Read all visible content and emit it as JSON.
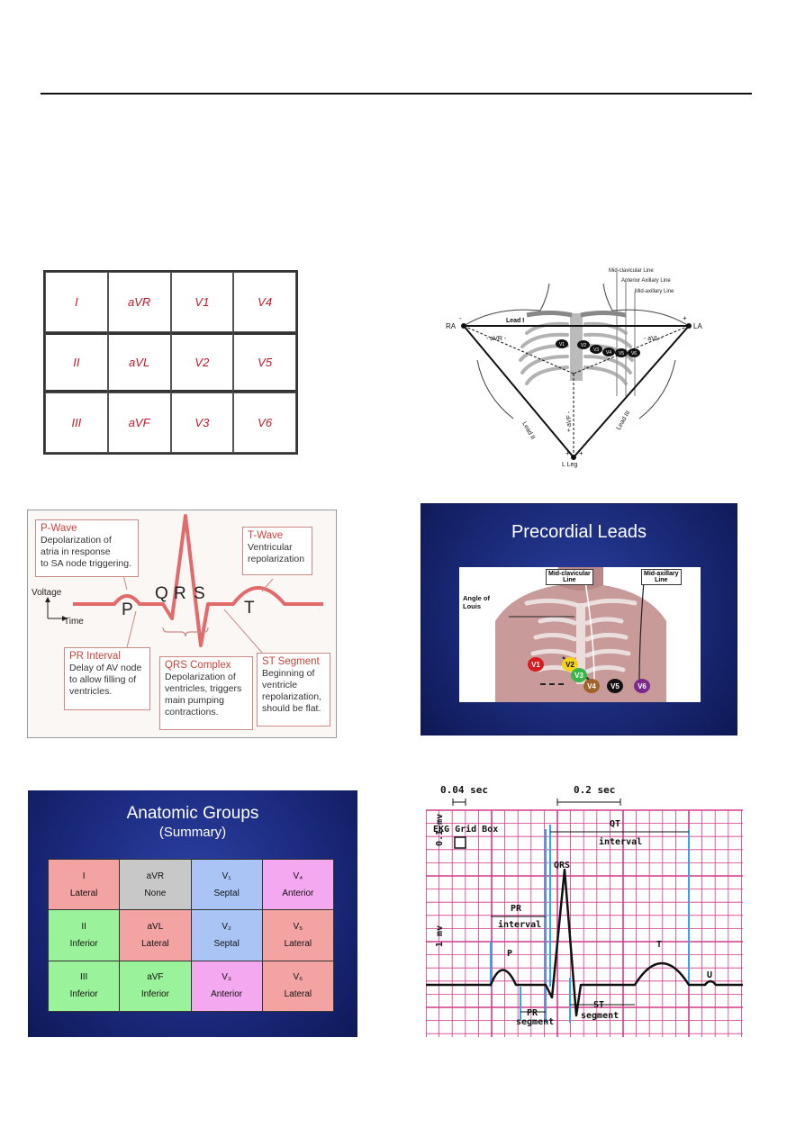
{
  "leads_table": {
    "rows": [
      [
        "I",
        "aVR",
        "V1",
        "V4"
      ],
      [
        "II",
        "aVL",
        "V2",
        "V5"
      ],
      [
        "III",
        "aVF",
        "V3",
        "V6"
      ]
    ]
  },
  "chest_diagram": {
    "line_labels": [
      "Mid-clavicular Line",
      "Anterior Axillary Line",
      "Mid-axillary Line"
    ],
    "ra": "RA",
    "la": "LA",
    "lead1": "Lead I",
    "lead2": "Lead II",
    "lead3": "Lead III",
    "avr": "- aVR -",
    "avl": "- aVL -",
    "avf": "+ aVF -",
    "lleg": "L Leg",
    "v_labels": [
      "V1",
      "V2",
      "V3",
      "V4",
      "V5",
      "V6"
    ],
    "plus": "+",
    "minus": "-"
  },
  "waveform": {
    "p_wave": {
      "title": "P-Wave",
      "body": [
        "Depolarization of",
        "atria in response",
        "to SA node triggering."
      ]
    },
    "t_wave": {
      "title": "T-Wave",
      "body": [
        "Ventricular",
        "repolarization"
      ]
    },
    "pr_interval": {
      "title": "PR Interval",
      "body": [
        "Delay of AV node",
        "to allow filling of",
        "ventricles."
      ]
    },
    "qrs_complex": {
      "title": "QRS Complex",
      "body": [
        "Depolarization of",
        "ventricles, triggers",
        "main pumping",
        "contractions."
      ]
    },
    "st_segment": {
      "title": "ST Segment",
      "body": [
        "Beginning of",
        "ventricle",
        "repolarization,",
        "should be flat."
      ]
    },
    "voltage": "Voltage",
    "time": "Time",
    "letters": {
      "p": "P",
      "q": "Q",
      "r": "R",
      "s": "S",
      "t": "T"
    }
  },
  "precordial": {
    "title": "Precordial Leads",
    "mid_clavicular": [
      "Mid-clavicular",
      "Line"
    ],
    "mid_axillary": [
      "Mid-axillary",
      "Line"
    ],
    "angle": [
      "Angle of",
      "Louis"
    ],
    "v_labels": [
      "V1",
      "V2",
      "V3",
      "V4",
      "V5",
      "V6"
    ],
    "v_colors": [
      "#d81c23",
      "#f2d21b",
      "#39b54a",
      "#a0632a",
      "#111111",
      "#7a2a8a"
    ]
  },
  "anatomic": {
    "title": "Anatomic Groups",
    "subtitle": "(Summary)",
    "cells": [
      {
        "lead": "I",
        "group": "Lateral",
        "color": "#f4a3a3"
      },
      {
        "lead": "aVR",
        "group": "None",
        "color": "#c8c8c8"
      },
      {
        "lead": "V₁",
        "group": "Septal",
        "color": "#a9c4f5"
      },
      {
        "lead": "V₄",
        "group": "Anterior",
        "color": "#f3a8f0"
      },
      {
        "lead": "II",
        "group": "Inferior",
        "color": "#9af29a"
      },
      {
        "lead": "aVL",
        "group": "Lateral",
        "color": "#f4a3a3"
      },
      {
        "lead": "V₂",
        "group": "Septal",
        "color": "#a9c4f5"
      },
      {
        "lead": "V₅",
        "group": "Lateral",
        "color": "#f4a3a3"
      },
      {
        "lead": "III",
        "group": "Inferior",
        "color": "#9af29a"
      },
      {
        "lead": "aVF",
        "group": "Inferior",
        "color": "#9af29a"
      },
      {
        "lead": "V₃",
        "group": "Anterior",
        "color": "#f3a8f0"
      },
      {
        "lead": "V₆",
        "group": "Lateral",
        "color": "#f4a3a3"
      }
    ]
  },
  "ekg_grid": {
    "small_time": "0.04 sec",
    "large_time": "0.2 sec",
    "box_label": "EKG Grid Box",
    "mv_small": "0.1 mv",
    "mv_large": "1 mv",
    "qt": [
      "QT",
      "interval"
    ],
    "pr_interval": [
      "PR",
      "interval"
    ],
    "qrs": "QRS",
    "p": "P",
    "t": "T",
    "u": "U",
    "pr_segment": [
      "PR",
      "segment"
    ],
    "st_segment": [
      "ST",
      "segment"
    ]
  }
}
